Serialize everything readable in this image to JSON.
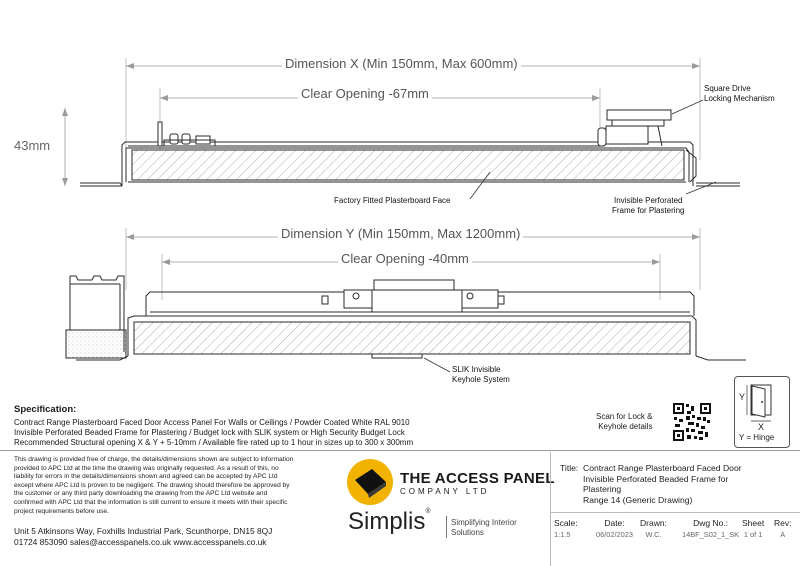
{
  "drawing": {
    "dim_x_label": "Dimension X (Min 150mm, Max 600mm)",
    "clear_opening_top": "Clear Opening -67mm",
    "height_label": "43mm",
    "lock_note_line1": "Square Drive",
    "lock_note_line2": "Locking Mechanism",
    "face_note": "Factory Fitted Plasterboard Face",
    "frame_note_line1": "Invisible Perforated",
    "frame_note_line2": "Frame for Plastering",
    "dim_y_label": "Dimension Y (Min 150mm, Max 1200mm)",
    "clear_opening_bottom": "Clear Opening -40mm",
    "slik_note_line1": "SLIK Invisible",
    "slik_note_line2": "Keyhole System"
  },
  "spec": {
    "heading": "Specification:",
    "lines": [
      "Contract Range Plasterboard Faced Door Access Panel For Walls or Ceilings / Powder Coated White RAL 9010",
      "Invisible Perforated Beaded Frame for Plastering / Budget lock with SLIK system or High Security Budget Lock",
      "Recommended Structural opening X & Y + 5-10mm / Available fire rated up to 1 hour in sizes up to 300 x 300mm"
    ]
  },
  "scan": {
    "line1": "Scan for Lock &",
    "line2": "Keyhole details"
  },
  "hinge_key": {
    "y": "Y",
    "x": "X",
    "caption": "Y = Hinge"
  },
  "disclaimer": [
    "This drawing is provided free of charge, the details/dimensions shown are subject to information",
    "provided to APC Ltd at the time the drawing was originally requested. As a result of this, no",
    "liability for errors in the details/dimensions shown and agreed can be accepted by APC Ltd",
    "except where APC Ltd is proven to be negligent. The drawing should therefore be approved by",
    "the customer or any third party downloading the drawing from the APC Ltd website and",
    "confirmed with APC Ltd that the information is still current to ensure it meets with their specific",
    "project requirements before use."
  ],
  "address": {
    "line1": "Unit 5 Atkinsons Way, Foxhills Industrial Park, Scunthorpe, DN15 8QJ",
    "line2": "01724 853090   sales@accesspanels.co.uk   www.accesspanels.co.uk"
  },
  "logo": {
    "company": "THE ACCESS PANEL",
    "company_sub": "COMPANY LTD",
    "simplis": "Simplis",
    "registered": "®",
    "tagline1": "Simplifying Interior",
    "tagline2": "Solutions"
  },
  "title_block": {
    "title_label": "Title:",
    "title_lines": [
      "Contract Range Plasterboard Faced Door",
      "Invisible Perforated Beaded Frame for",
      "Plastering",
      "Range 14 (Generic Drawing)"
    ],
    "fields": [
      {
        "label": "Scale:",
        "value": "1:1.5"
      },
      {
        "label": "Date:",
        "value": "06/02/2023"
      },
      {
        "label": "Drawn:",
        "value": "W.C."
      },
      {
        "label": "Dwg No.:",
        "value": "14BF_S02_1_SK"
      },
      {
        "label": "Sheet",
        "value": "1 of 1"
      },
      {
        "label": "Rev:",
        "value": "A"
      }
    ]
  },
  "colors": {
    "line": "#2a2a2a",
    "dim": "#9a9a9a",
    "logo_yellow": "#f2b300",
    "logo_black": "#111111"
  }
}
